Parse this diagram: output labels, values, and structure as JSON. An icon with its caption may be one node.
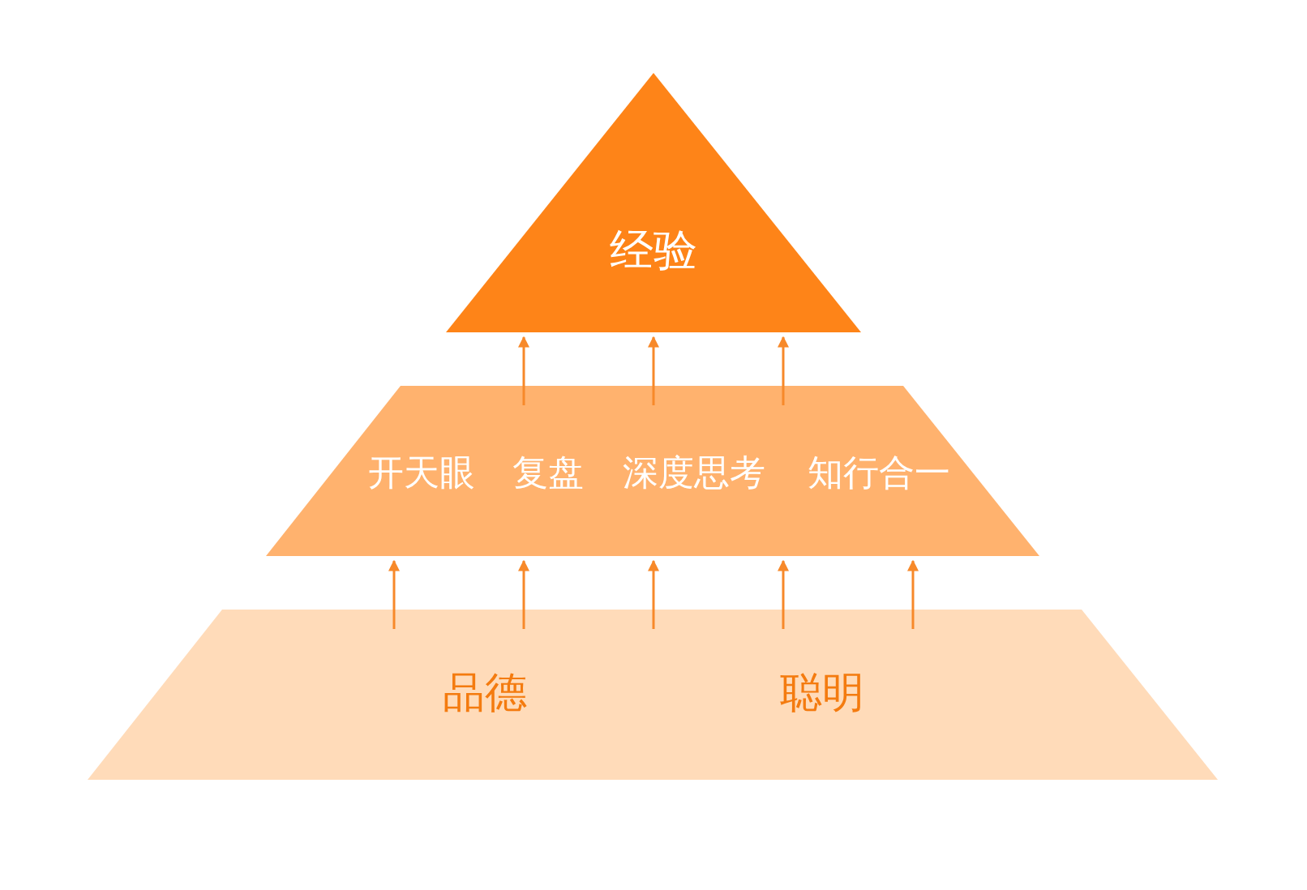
{
  "diagram": {
    "nodes": [
      {
        "text": [
          "经验"
        ]
      },
      {
        "text": [
          "开天眼",
          "复盘",
          "深度思考",
          "知行合一"
        ]
      },
      {
        "text": [
          "品德",
          "聪明"
        ]
      }
    ],
    "edges": [
      {
        "from": 1,
        "to": 0,
        "arrow": "to"
      },
      {
        "from": 1,
        "to": 0,
        "arrow": "to"
      },
      {
        "from": 1,
        "to": 0,
        "arrow": "to"
      },
      {
        "from": 2,
        "to": 1,
        "arrow": "to"
      },
      {
        "from": 2,
        "to": 1,
        "arrow": "to"
      },
      {
        "from": 2,
        "to": 1,
        "arrow": "to"
      },
      {
        "from": 2,
        "to": 1,
        "arrow": "to"
      },
      {
        "from": 2,
        "to": 1,
        "arrow": "to"
      }
    ]
  }
}
